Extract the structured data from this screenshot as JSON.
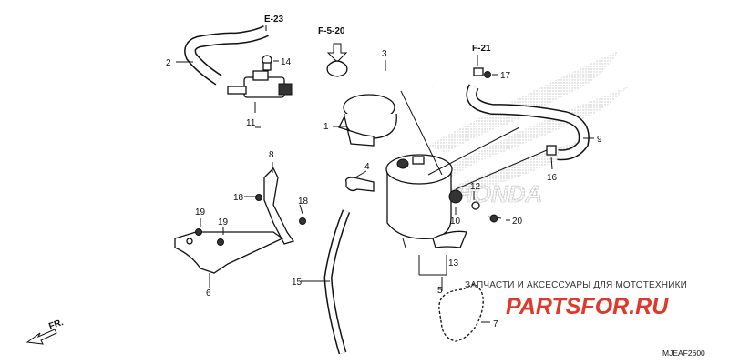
{
  "diagram": {
    "code": "MJEAF2600",
    "front_label": "FR.",
    "refs": {
      "e23": "E-23",
      "f520": "F-5-20",
      "f21": "F-21"
    },
    "parts": {
      "p1": "1",
      "p2": "2",
      "p3": "3",
      "p4": "4",
      "p5": "5",
      "p6": "6",
      "p7": "7",
      "p8": "8",
      "p9": "9",
      "p10": "10",
      "p11": "11",
      "p12": "12",
      "p13": "13",
      "p14": "14",
      "p15": "15",
      "p16": "16",
      "p17": "17",
      "p18a": "18",
      "p18b": "18",
      "p19a": "19",
      "p19b": "19",
      "p20": "20"
    }
  },
  "watermark": {
    "tagline": "ЗАПЧАСТИ И АКСЕССУАРЫ ДЛЯ МОТОТЕХНИКИ",
    "logo": "PARTSFOR.RU",
    "brand": "HONDA"
  }
}
